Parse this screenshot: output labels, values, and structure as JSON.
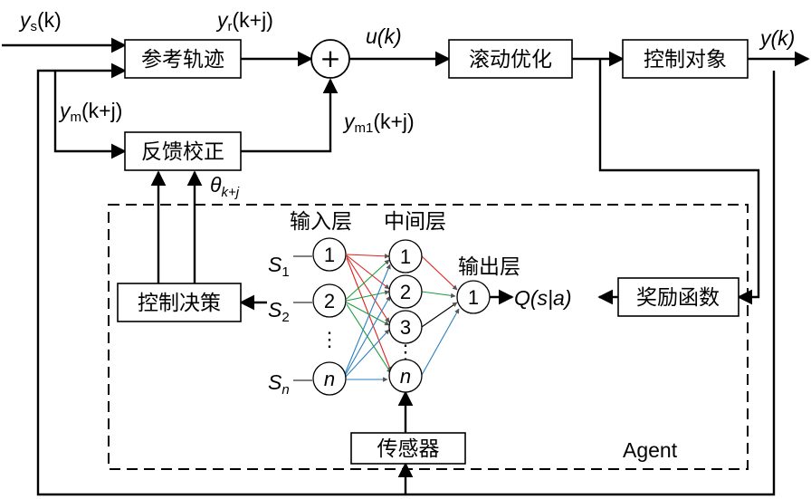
{
  "blocks": {
    "reference": "参考轨迹",
    "rolling": "滚动优化",
    "plant": "控制对象",
    "feedback": "反馈校正",
    "decision": "控制决策",
    "reward": "奖励函数",
    "sensor": "传感器"
  },
  "signals": {
    "ys": "y",
    "ys_sub": "s",
    "ys_arg": "(k)",
    "yr": "y",
    "yr_sub": "r",
    "yr_arg": "(k+j)",
    "u": "u(k)",
    "y": "y(k)",
    "ym": "y",
    "ym_sub": "m",
    "ym_arg": "(k+j)",
    "ym1": "y",
    "ym1_sub": "m1",
    "ym1_arg": "(k+j)",
    "theta": "θ",
    "theta_sub": "k+j",
    "q": "Q(s|a)"
  },
  "network": {
    "input_layer": "输入层",
    "hidden_layer": "中间层",
    "output_layer": "输出层",
    "inputs": [
      {
        "name": "S",
        "sub": "1",
        "node": "1"
      },
      {
        "name": "S",
        "sub": "2",
        "node": "2"
      },
      {
        "name": "S",
        "sub": "n",
        "node": "n"
      }
    ],
    "hidden_nodes": [
      "1",
      "2",
      "3",
      "n"
    ],
    "output_node": "1",
    "ellipsis": "⋮"
  },
  "agent_label": "Agent",
  "sum_symbol": "+"
}
